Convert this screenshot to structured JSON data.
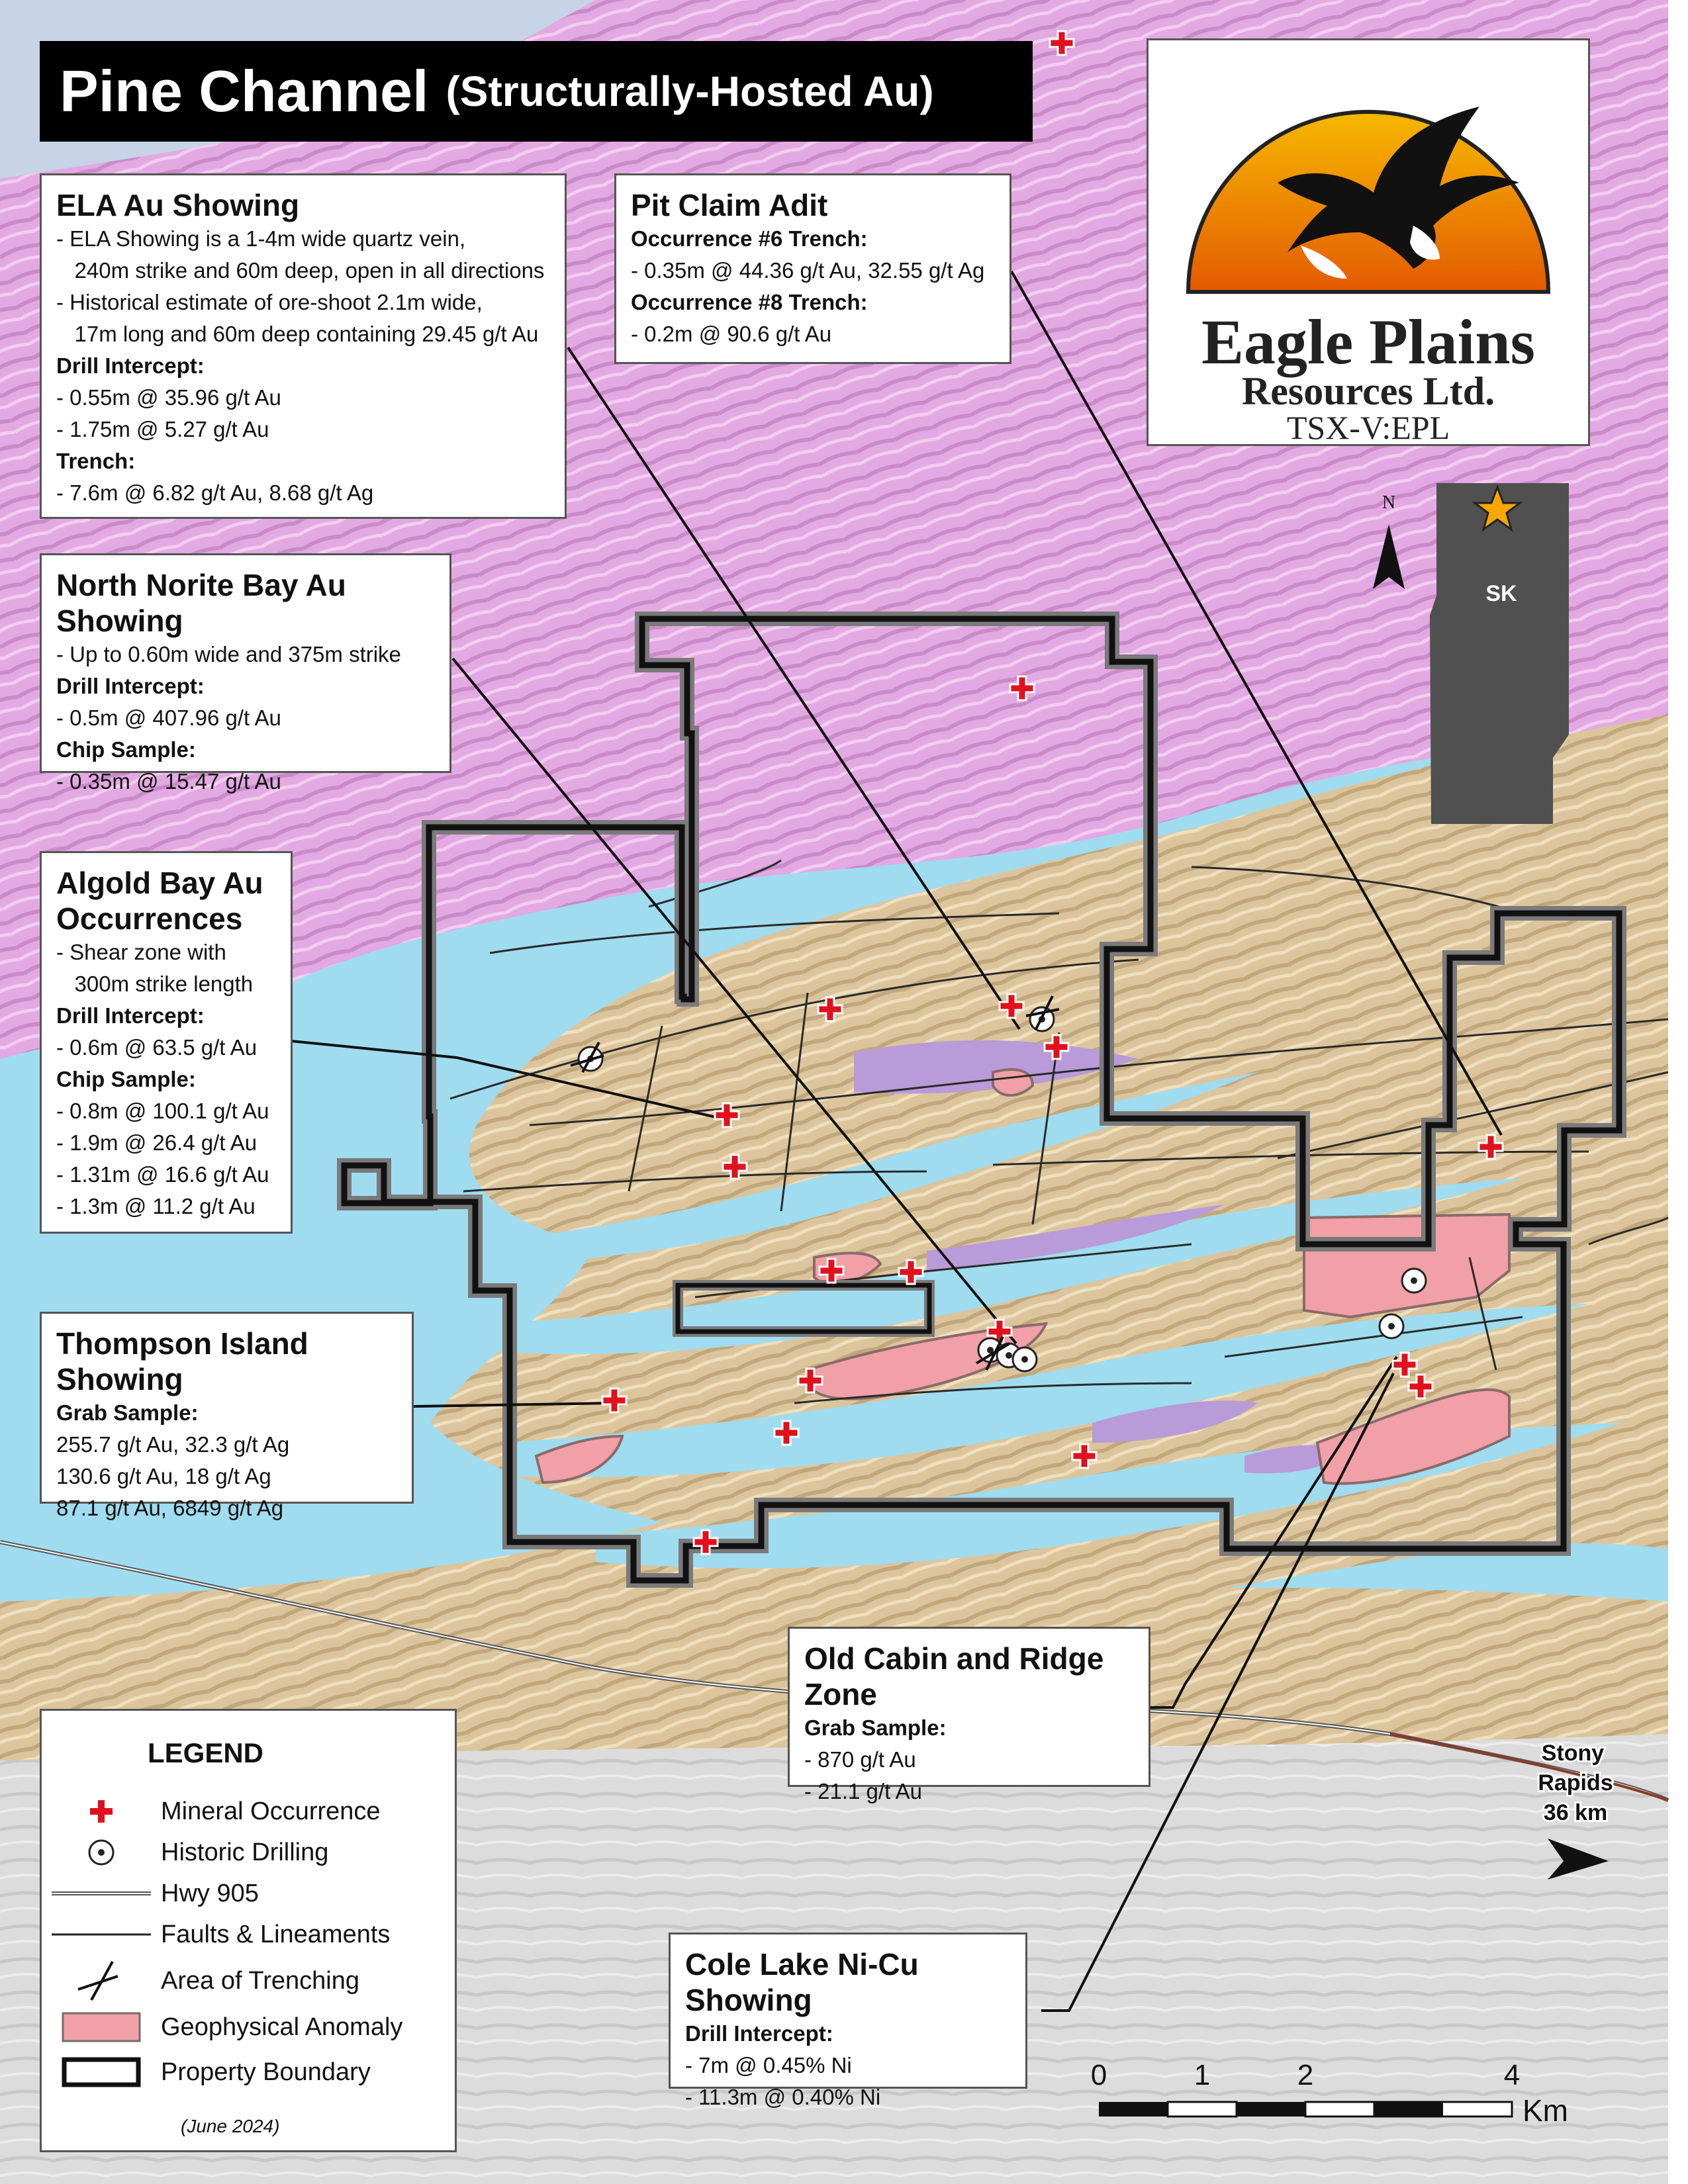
{
  "title": {
    "main": "Pine Channel",
    "sub": "(Structurally-Hosted Au)"
  },
  "logo": {
    "company_line1": "Eagle Plains",
    "company_line2": "Resources Ltd.",
    "ticker": "TSX-V:EPL",
    "colors": {
      "sun_top": "#f6b800",
      "sun_bottom": "#e35a00",
      "text": "#222222"
    },
    "icon": "eagle-icon"
  },
  "inset": {
    "north_label": "N",
    "province_label": "SK",
    "star_icon": "star-icon"
  },
  "callouts": {
    "ela": {
      "title": "ELA Au Showing",
      "lines": [
        {
          "t": "- ELA Showing is a 1-4m wide quartz vein,",
          "h": false
        },
        {
          "t": "   240m strike and 60m deep, open in all directions",
          "h": false
        },
        {
          "t": "- Historical estimate of ore-shoot 2.1m wide,",
          "h": false
        },
        {
          "t": "   17m long and 60m deep containing 29.45 g/t Au",
          "h": false
        },
        {
          "t": "Drill Intercept:",
          "h": true
        },
        {
          "t": "- 0.55m @ 35.96 g/t Au",
          "h": false
        },
        {
          "t": "- 1.75m @ 5.27 g/t Au",
          "h": false
        },
        {
          "t": "Trench:",
          "h": true
        },
        {
          "t": "- 7.6m @ 6.82 g/t Au, 8.68 g/t Ag",
          "h": false
        }
      ]
    },
    "pit": {
      "title": "Pit Claim Adit",
      "lines": [
        {
          "t": "Occurrence #6 Trench:",
          "h": true
        },
        {
          "t": "- 0.35m @ 44.36 g/t Au, 32.55 g/t Ag",
          "h": false
        },
        {
          "t": "Occurrence #8 Trench:",
          "h": true
        },
        {
          "t": "- 0.2m @ 90.6 g/t Au",
          "h": false
        }
      ]
    },
    "north_norite": {
      "title": "North Norite Bay Au Showing",
      "lines": [
        {
          "t": "- Up to 0.60m wide and 375m strike",
          "h": false
        },
        {
          "t": "Drill Intercept:",
          "h": true
        },
        {
          "t": "- 0.5m @ 407.96 g/t Au",
          "h": false
        },
        {
          "t": "Chip Sample:",
          "h": true
        },
        {
          "t": "- 0.35m @ 15.47 g/t Au",
          "h": false
        }
      ]
    },
    "algold": {
      "title": "Algold Bay Au",
      "title2": "Occurrences",
      "lines": [
        {
          "t": "- Shear zone with",
          "h": false
        },
        {
          "t": "   300m strike length",
          "h": false
        },
        {
          "t": "Drill Intercept:",
          "h": true
        },
        {
          "t": "- 0.6m @ 63.5 g/t Au",
          "h": false
        },
        {
          "t": "Chip Sample:",
          "h": true
        },
        {
          "t": "- 0.8m @ 100.1 g/t Au",
          "h": false
        },
        {
          "t": "- 1.9m @ 26.4 g/t Au",
          "h": false
        },
        {
          "t": "- 1.31m @ 16.6 g/t Au",
          "h": false
        },
        {
          "t": "- 1.3m @ 11.2 g/t Au",
          "h": false
        }
      ]
    },
    "thompson": {
      "title": "Thompson Island Showing",
      "lines": [
        {
          "t": "Grab Sample:",
          "h": true
        },
        {
          "t": "255.7 g/t Au, 32.3 g/t Ag",
          "h": false
        },
        {
          "t": "130.6 g/t Au, 18 g/t Ag",
          "h": false
        },
        {
          "t": "87.1 g/t Au, 6849 g/t Ag",
          "h": false
        }
      ]
    },
    "old_cabin": {
      "title": "Old Cabin and Ridge Zone",
      "lines": [
        {
          "t": "Grab Sample:",
          "h": true
        },
        {
          "t": "- 870 g/t Au",
          "h": false
        },
        {
          "t": "- 21.1 g/t Au",
          "h": false
        }
      ]
    },
    "cole_lake": {
      "title": "Cole Lake Ni-Cu Showing",
      "lines": [
        {
          "t": "Drill Intercept:",
          "h": true
        },
        {
          "t": "- 7m @ 0.45% Ni",
          "h": false
        },
        {
          "t": "- 11.3m @ 0.40% Ni",
          "h": false
        }
      ]
    }
  },
  "legend": {
    "title": "LEGEND",
    "items": [
      {
        "label": "Mineral Occurrence",
        "icon": "red-cross-icon"
      },
      {
        "label": "Historic Drilling",
        "icon": "drill-hole-icon"
      },
      {
        "label": "Hwy 905",
        "icon": "highway-line-icon"
      },
      {
        "label": "Faults & Lineaments",
        "icon": "fault-line-icon"
      },
      {
        "label": "Area of Trenching",
        "icon": "trench-icon"
      },
      {
        "label": "Geophysical Anomaly",
        "icon": "anomaly-swatch-icon"
      },
      {
        "label": "Property Boundary",
        "icon": "boundary-swatch-icon"
      }
    ],
    "date": "(June 2024)"
  },
  "stony": {
    "line1": "Stony",
    "line2": "Rapids",
    "line3": "36 km"
  },
  "scale": {
    "ticks": [
      "0",
      "1",
      "2",
      "4"
    ],
    "unit": "Km"
  },
  "colors": {
    "water": "#9fdcf0",
    "metasediment": "#e3a9e2",
    "granite": "#dcc59c",
    "basement": "#dcdcdc",
    "mafic": "#b89bd8",
    "anomaly": "#f0a0a6",
    "occurrence": "#e1101c",
    "boundary": "#111111"
  }
}
